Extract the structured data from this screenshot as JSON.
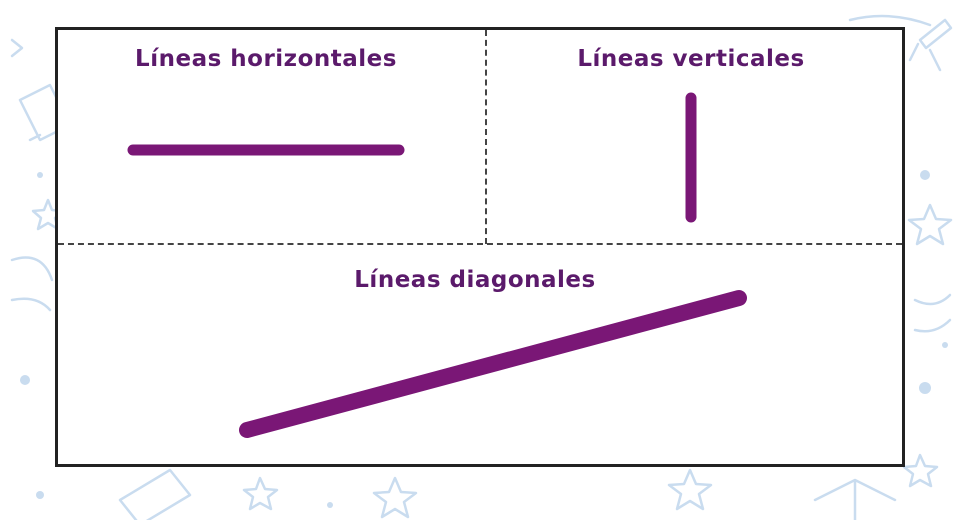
{
  "colors": {
    "line": "#7a1776",
    "title": "#5b1a6b",
    "doodle": "#c9dcef"
  },
  "sections": {
    "horizontal": {
      "title": "Líneas horizontales"
    },
    "vertical": {
      "title": "Líneas verticales"
    },
    "diagonal": {
      "title": "Líneas diagonales"
    }
  }
}
